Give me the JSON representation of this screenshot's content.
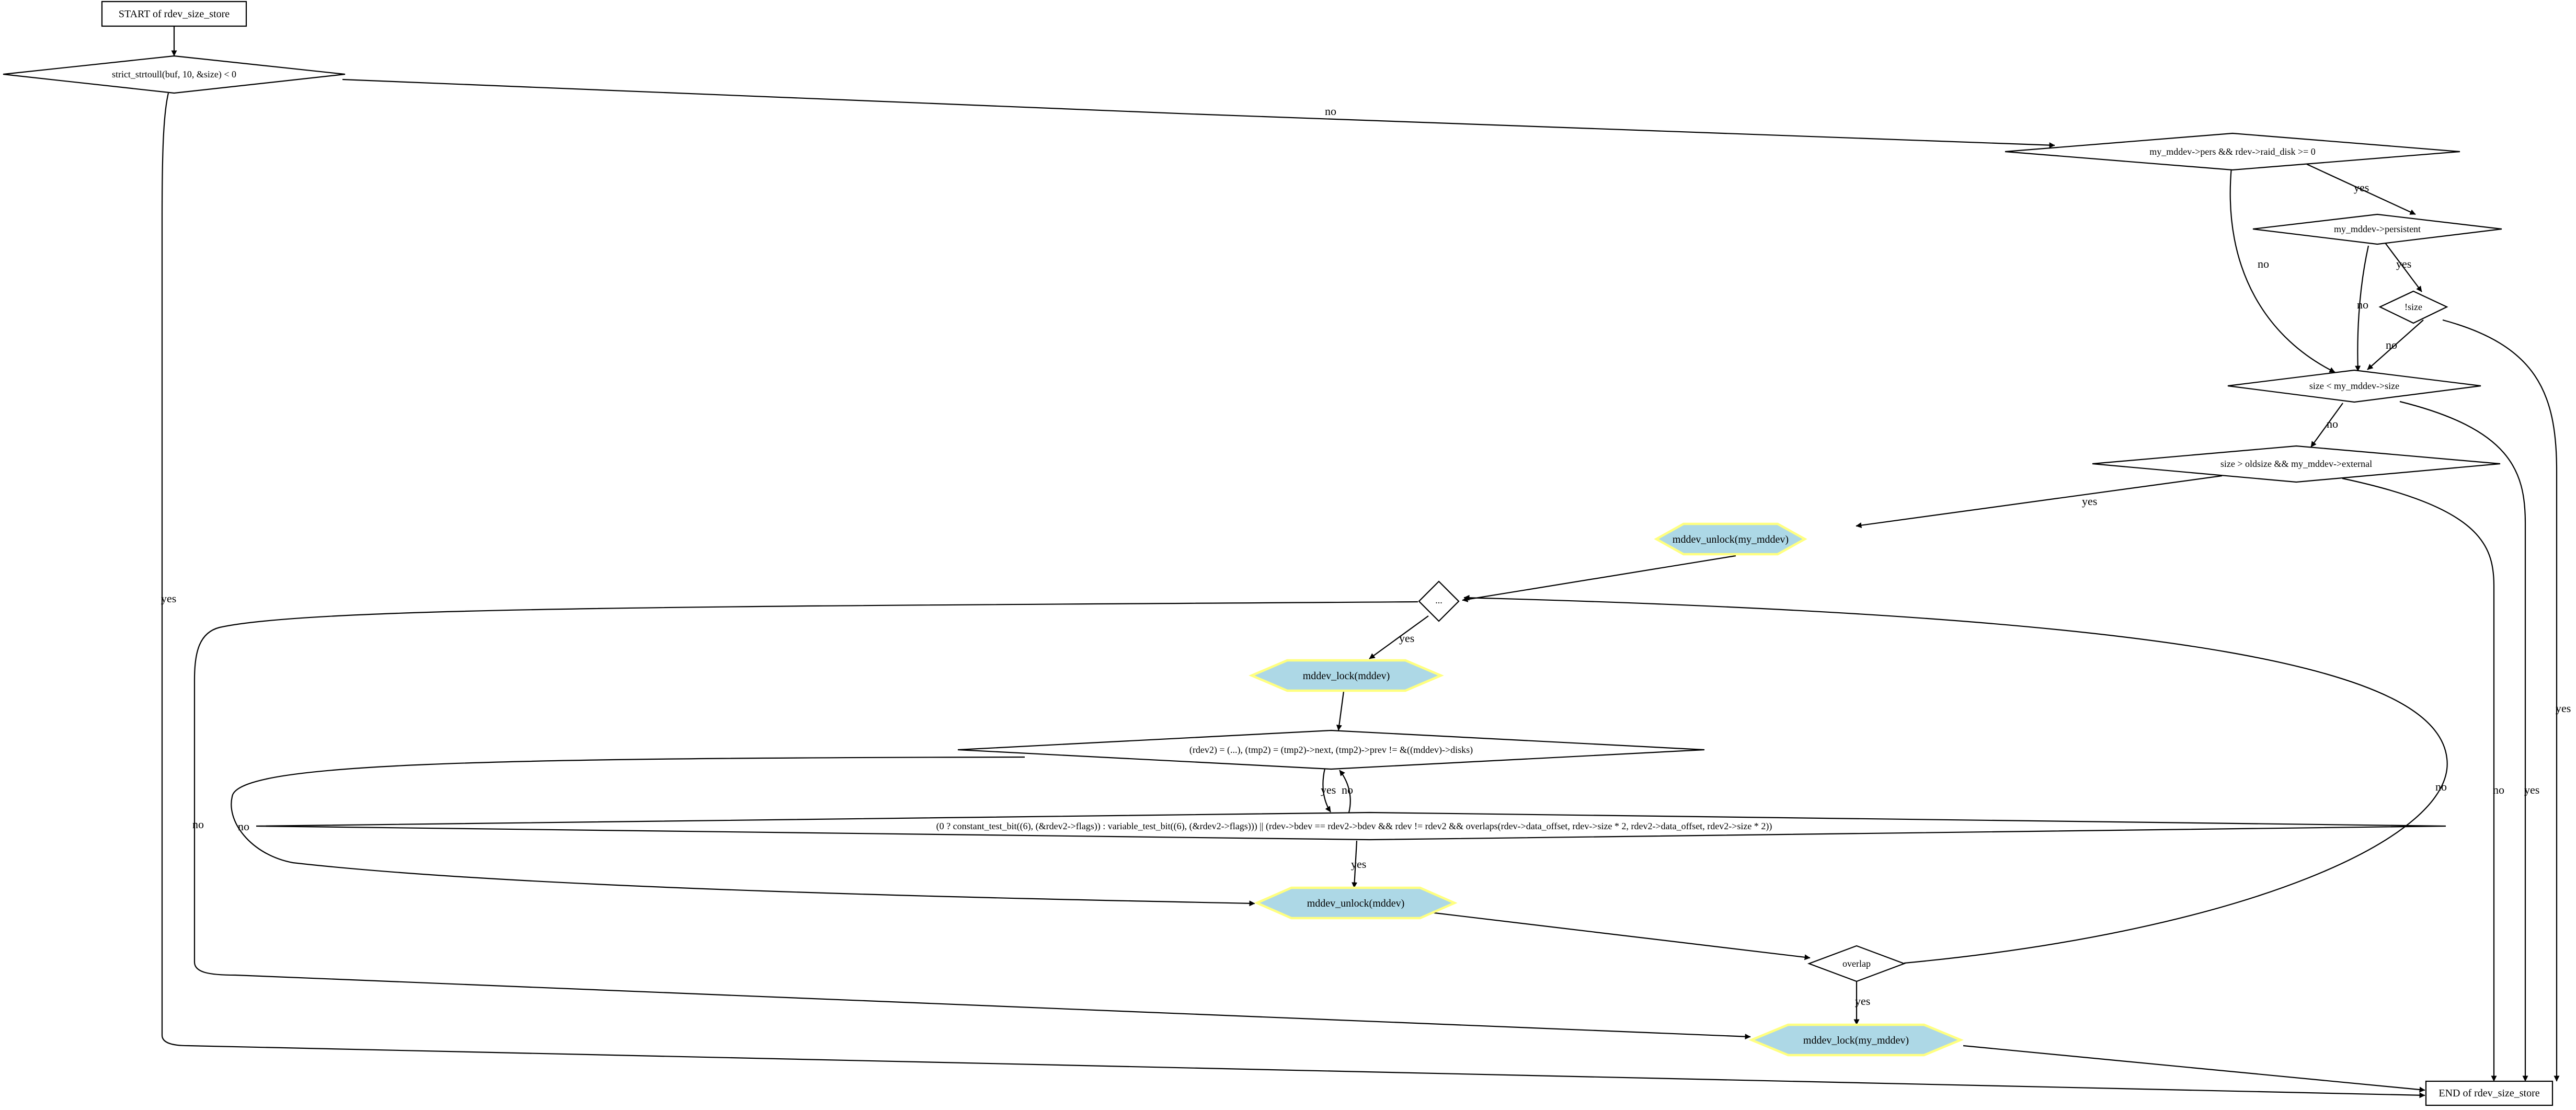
{
  "title": "rdev_size_store control flow",
  "colors": {
    "action_fill": "#add8e6",
    "action_border": "#ffff80",
    "line": "#000000",
    "background": "#ffffff"
  },
  "nodes": {
    "start": "START of rdev_size_store",
    "strtoull": "strict_strtoull(buf, 10, &size) < 0",
    "pers_raid": "my_mddev->pers && rdev->raid_disk >= 0",
    "persistent": "my_mddev->persistent",
    "not_size": "!size",
    "size_lt": "size < my_mddev->size",
    "size_gt_old": "size > oldsize && my_mddev->external",
    "unlock_my": "mddev_unlock(my_mddev)",
    "loop_cond": "...",
    "lock_mddev": "mddev_lock(mddev)",
    "rdev2_loop": "(rdev2) = (...), (tmp2) = (tmp2)->next, (tmp2)->prev != &((mddev)->disks)",
    "overlap_check": "(0 ? constant_test_bit((6), (&rdev2->flags)) : variable_test_bit((6), (&rdev2->flags))) || (rdev->bdev == rdev2->bdev && rdev != rdev2 && overlaps(rdev->data_offset, rdev->size * 2, rdev2->data_offset, rdev2->size * 2))",
    "unlock_mddev": "mddev_unlock(mddev)",
    "overlap": "overlap",
    "lock_my": "mddev_lock(my_mddev)",
    "end": "END of rdev_size_store"
  },
  "edge_labels": {
    "yes": "yes",
    "no": "no"
  }
}
